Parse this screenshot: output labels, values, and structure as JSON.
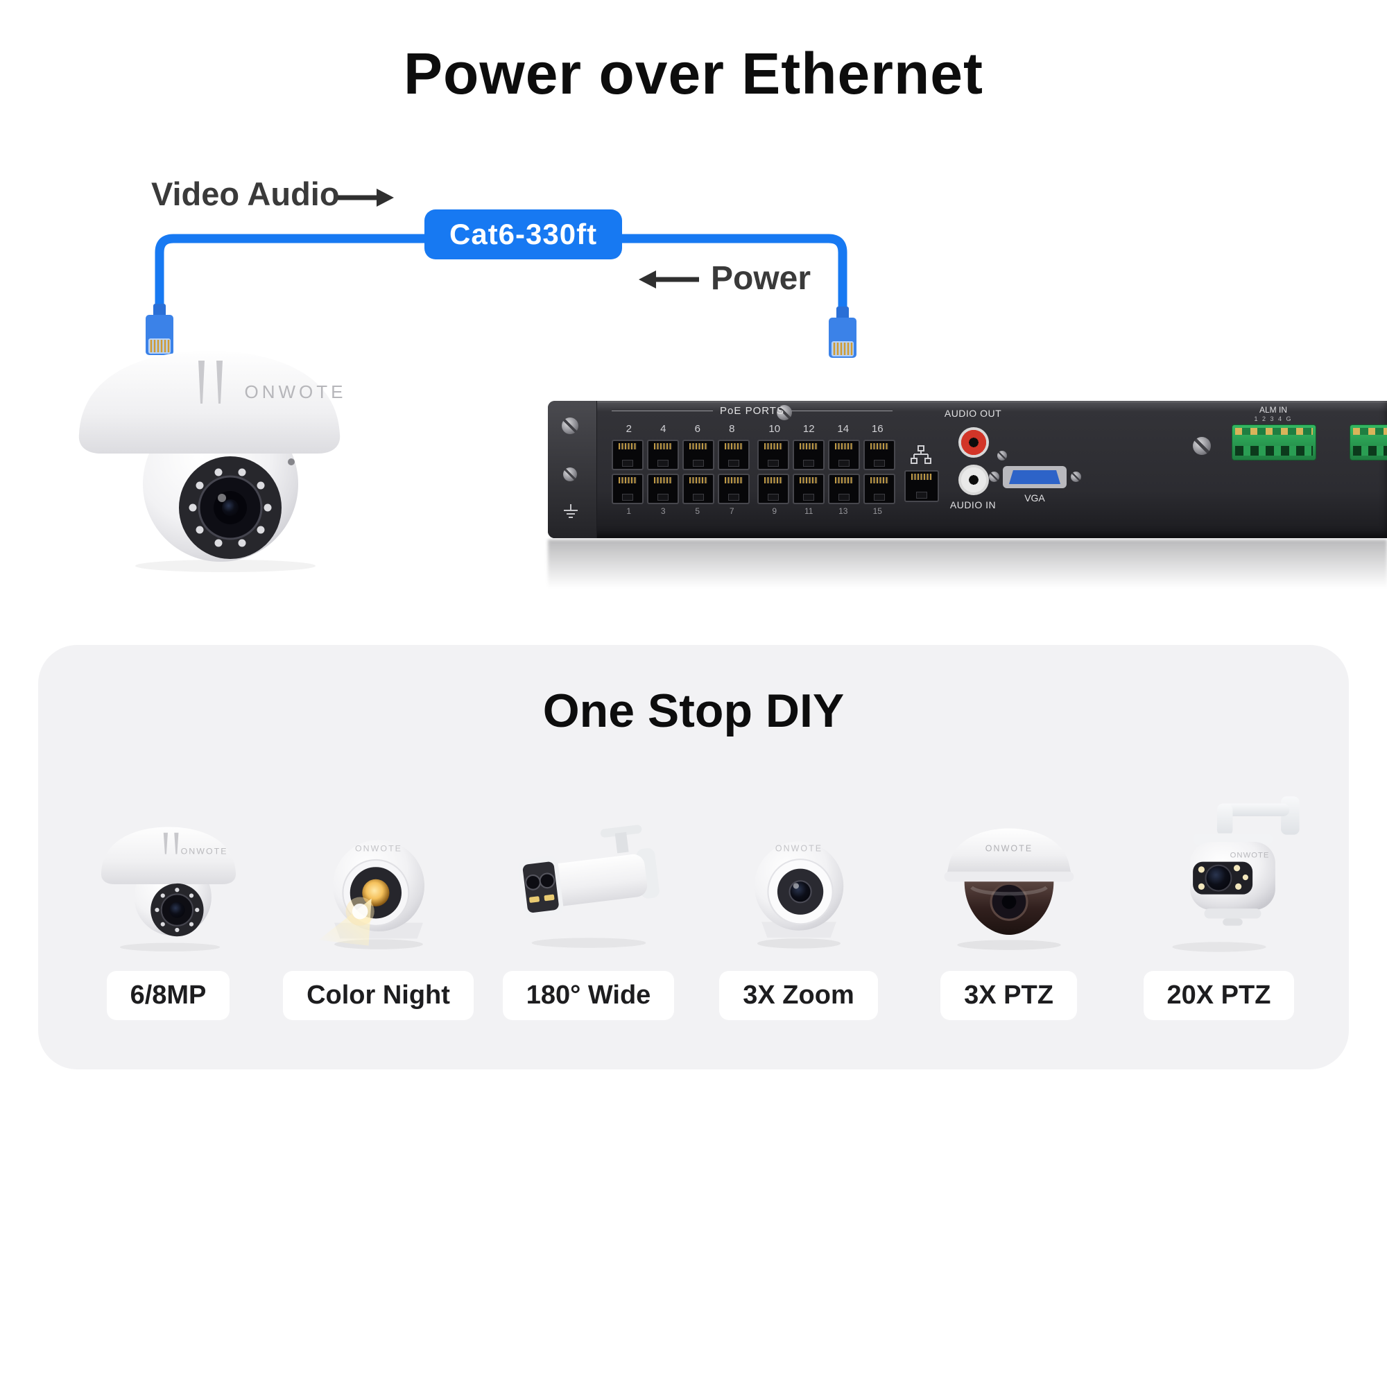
{
  "page": {
    "title": "Power over Ethernet"
  },
  "colors": {
    "cable_blue": "#1779f2",
    "badge_blue": "#1779f2",
    "card_gray": "#f2f2f4",
    "arrow_dark": "#2f2f2f"
  },
  "diagram": {
    "video_audio_label": "Video Audio",
    "badge_label": "Cat6-330ft",
    "power_label": "Power",
    "camera": {
      "brand": "ONWOTE"
    },
    "nvr": {
      "poe_ports_label": "PoE PORTS",
      "top_numbers": [
        "2",
        "4",
        "6",
        "8",
        "10",
        "12",
        "14",
        "16"
      ],
      "bottom_numbers": [
        "1",
        "3",
        "5",
        "7",
        "9",
        "11",
        "13",
        "15"
      ],
      "audio_out_label": "AUDIO OUT",
      "audio_in_label": "AUDIO IN",
      "vga_label": "VGA",
      "alm_in_label": "ALM IN",
      "alm_pins": "1 2 3 4 G"
    }
  },
  "one_stop": {
    "title": "One Stop DIY",
    "brand": "ONWOTE",
    "items": [
      {
        "label": "6/8MP"
      },
      {
        "label": "Color Night"
      },
      {
        "label": "180° Wide"
      },
      {
        "label": "3X Zoom"
      },
      {
        "label": "3X PTZ"
      },
      {
        "label": "20X PTZ"
      }
    ]
  }
}
